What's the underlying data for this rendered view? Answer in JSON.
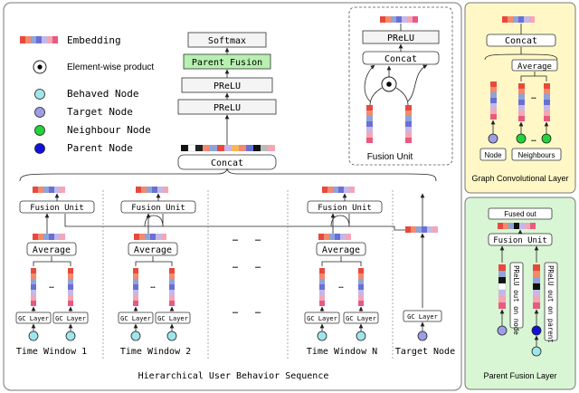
{
  "colors": {
    "embedding_palette": [
      "#e8493d",
      "#f28a6b",
      "#8ea3d8",
      "#6a6fd6",
      "#c3b8e8",
      "#f5a5b5",
      "#e85a80"
    ],
    "behaved_node": "#9fe6ec",
    "target_node": "#9d9ee6",
    "neighbour_node": "#22d33a",
    "parent_node": "#1111dd",
    "parent_fusion_box": "#b7f0b0",
    "panel_yellow": "#fff8c6",
    "panel_green": "#d9f6d4",
    "element_wise_dot": "#000000"
  },
  "legend": {
    "embedding": "Embedding",
    "element_wise": "Element-wise product",
    "behaved": "Behaved Node",
    "target": "Target Node",
    "neighbour": "Neighbour Node",
    "parent": "Parent Node"
  },
  "top_stack": {
    "softmax": "Softmax",
    "parent_fusion": "Parent Fusion",
    "prelu_1": "PReLU",
    "prelu_2": "PReLU",
    "concat": "Concat"
  },
  "fusion_unit_inset": {
    "prelu": "PReLU",
    "concat": "Concat",
    "caption": "Fusion Unit"
  },
  "sequence": {
    "fusion_unit": "Fusion Unit",
    "average": "Average",
    "gc_layer": "GC Layer",
    "ellipsis_h": "…",
    "ellipsis_v": "⋮",
    "time_window_1": "Time Window 1",
    "time_window_2": "Time Window 2",
    "time_window_n": "Time Window N",
    "target_node": "Target Node",
    "caption": "Hierarchical User Behavior Sequence"
  },
  "gcl_panel": {
    "concat": "Concat",
    "average": "Average",
    "node": "Node",
    "neighbours": "Neighbours",
    "caption": "Graph Convolutional Layer"
  },
  "pfl_panel": {
    "fused_out": "Fused out",
    "fusion_unit": "Fusion Unit",
    "prelu_on_node": "PReLU out on node",
    "prelu_on_parent": "PReLU out on parent",
    "caption": "Parent Fusion Layer"
  }
}
